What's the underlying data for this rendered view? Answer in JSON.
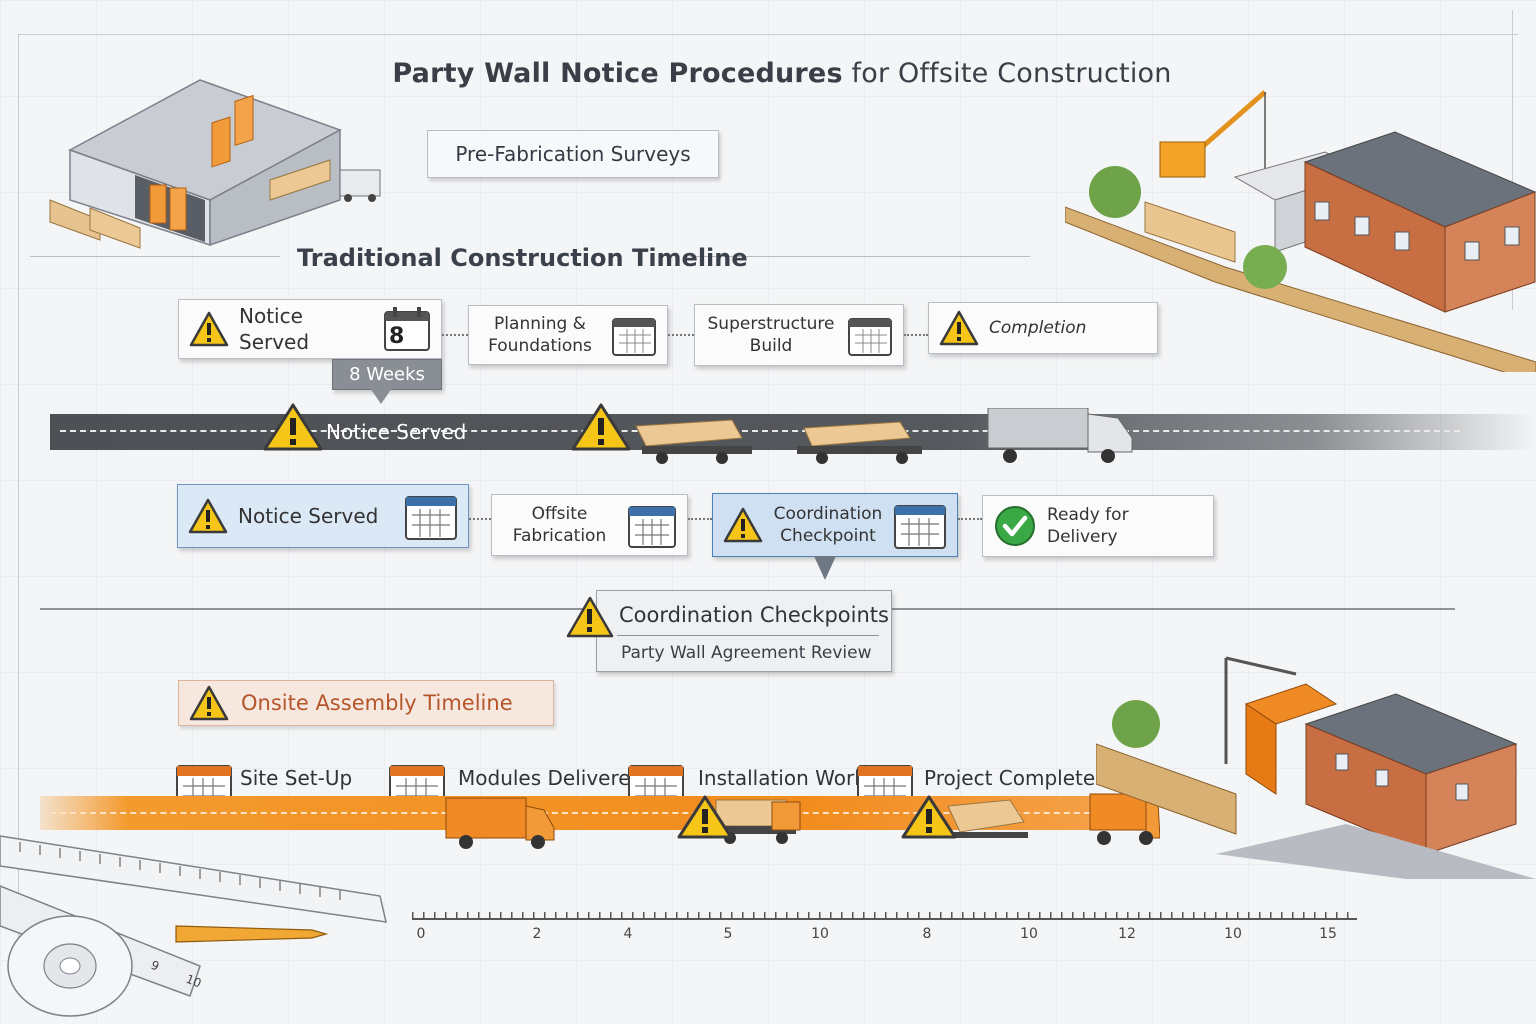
{
  "title": {
    "bold_part": "Party Wall Notice Procedures",
    "rest": "for Offsite Construction"
  },
  "pre_fab": {
    "label": "Pre-Fabrication Surveys"
  },
  "traditional": {
    "heading": "Traditional Construction Timeline",
    "cards": [
      {
        "label": "Notice Served",
        "calendar_number": "8"
      },
      {
        "label": "Planning & Foundations"
      },
      {
        "label": "Superstructure Build"
      },
      {
        "label": "Completion"
      }
    ],
    "duration_tag": "8 Weeks",
    "road_label": "Notice Served"
  },
  "offsite": {
    "cards": [
      {
        "label": "Notice Served"
      },
      {
        "label": "Offsite Fabrication"
      },
      {
        "label": "Coordination Checkpoint"
      },
      {
        "label": "Ready for Delivery"
      }
    ]
  },
  "checkpoints": {
    "title": "Coordination Checkpoints",
    "subtitle": "Party Wall Agreement Review"
  },
  "onsite": {
    "heading": "Onsite Assembly Timeline",
    "milestones": [
      "Site Set-Up",
      "Modules Delivered",
      "Installation Work",
      "Project Complete"
    ]
  },
  "scale": {
    "ticks": [
      "0",
      "2",
      "4",
      "5",
      "10",
      "8",
      "10",
      "12",
      "10",
      "15"
    ]
  },
  "colors": {
    "accent_blue": "#4d7fb8",
    "accent_orange": "#f28c1e",
    "warning_yellow": "#f5c518",
    "success_green": "#3aa845"
  }
}
